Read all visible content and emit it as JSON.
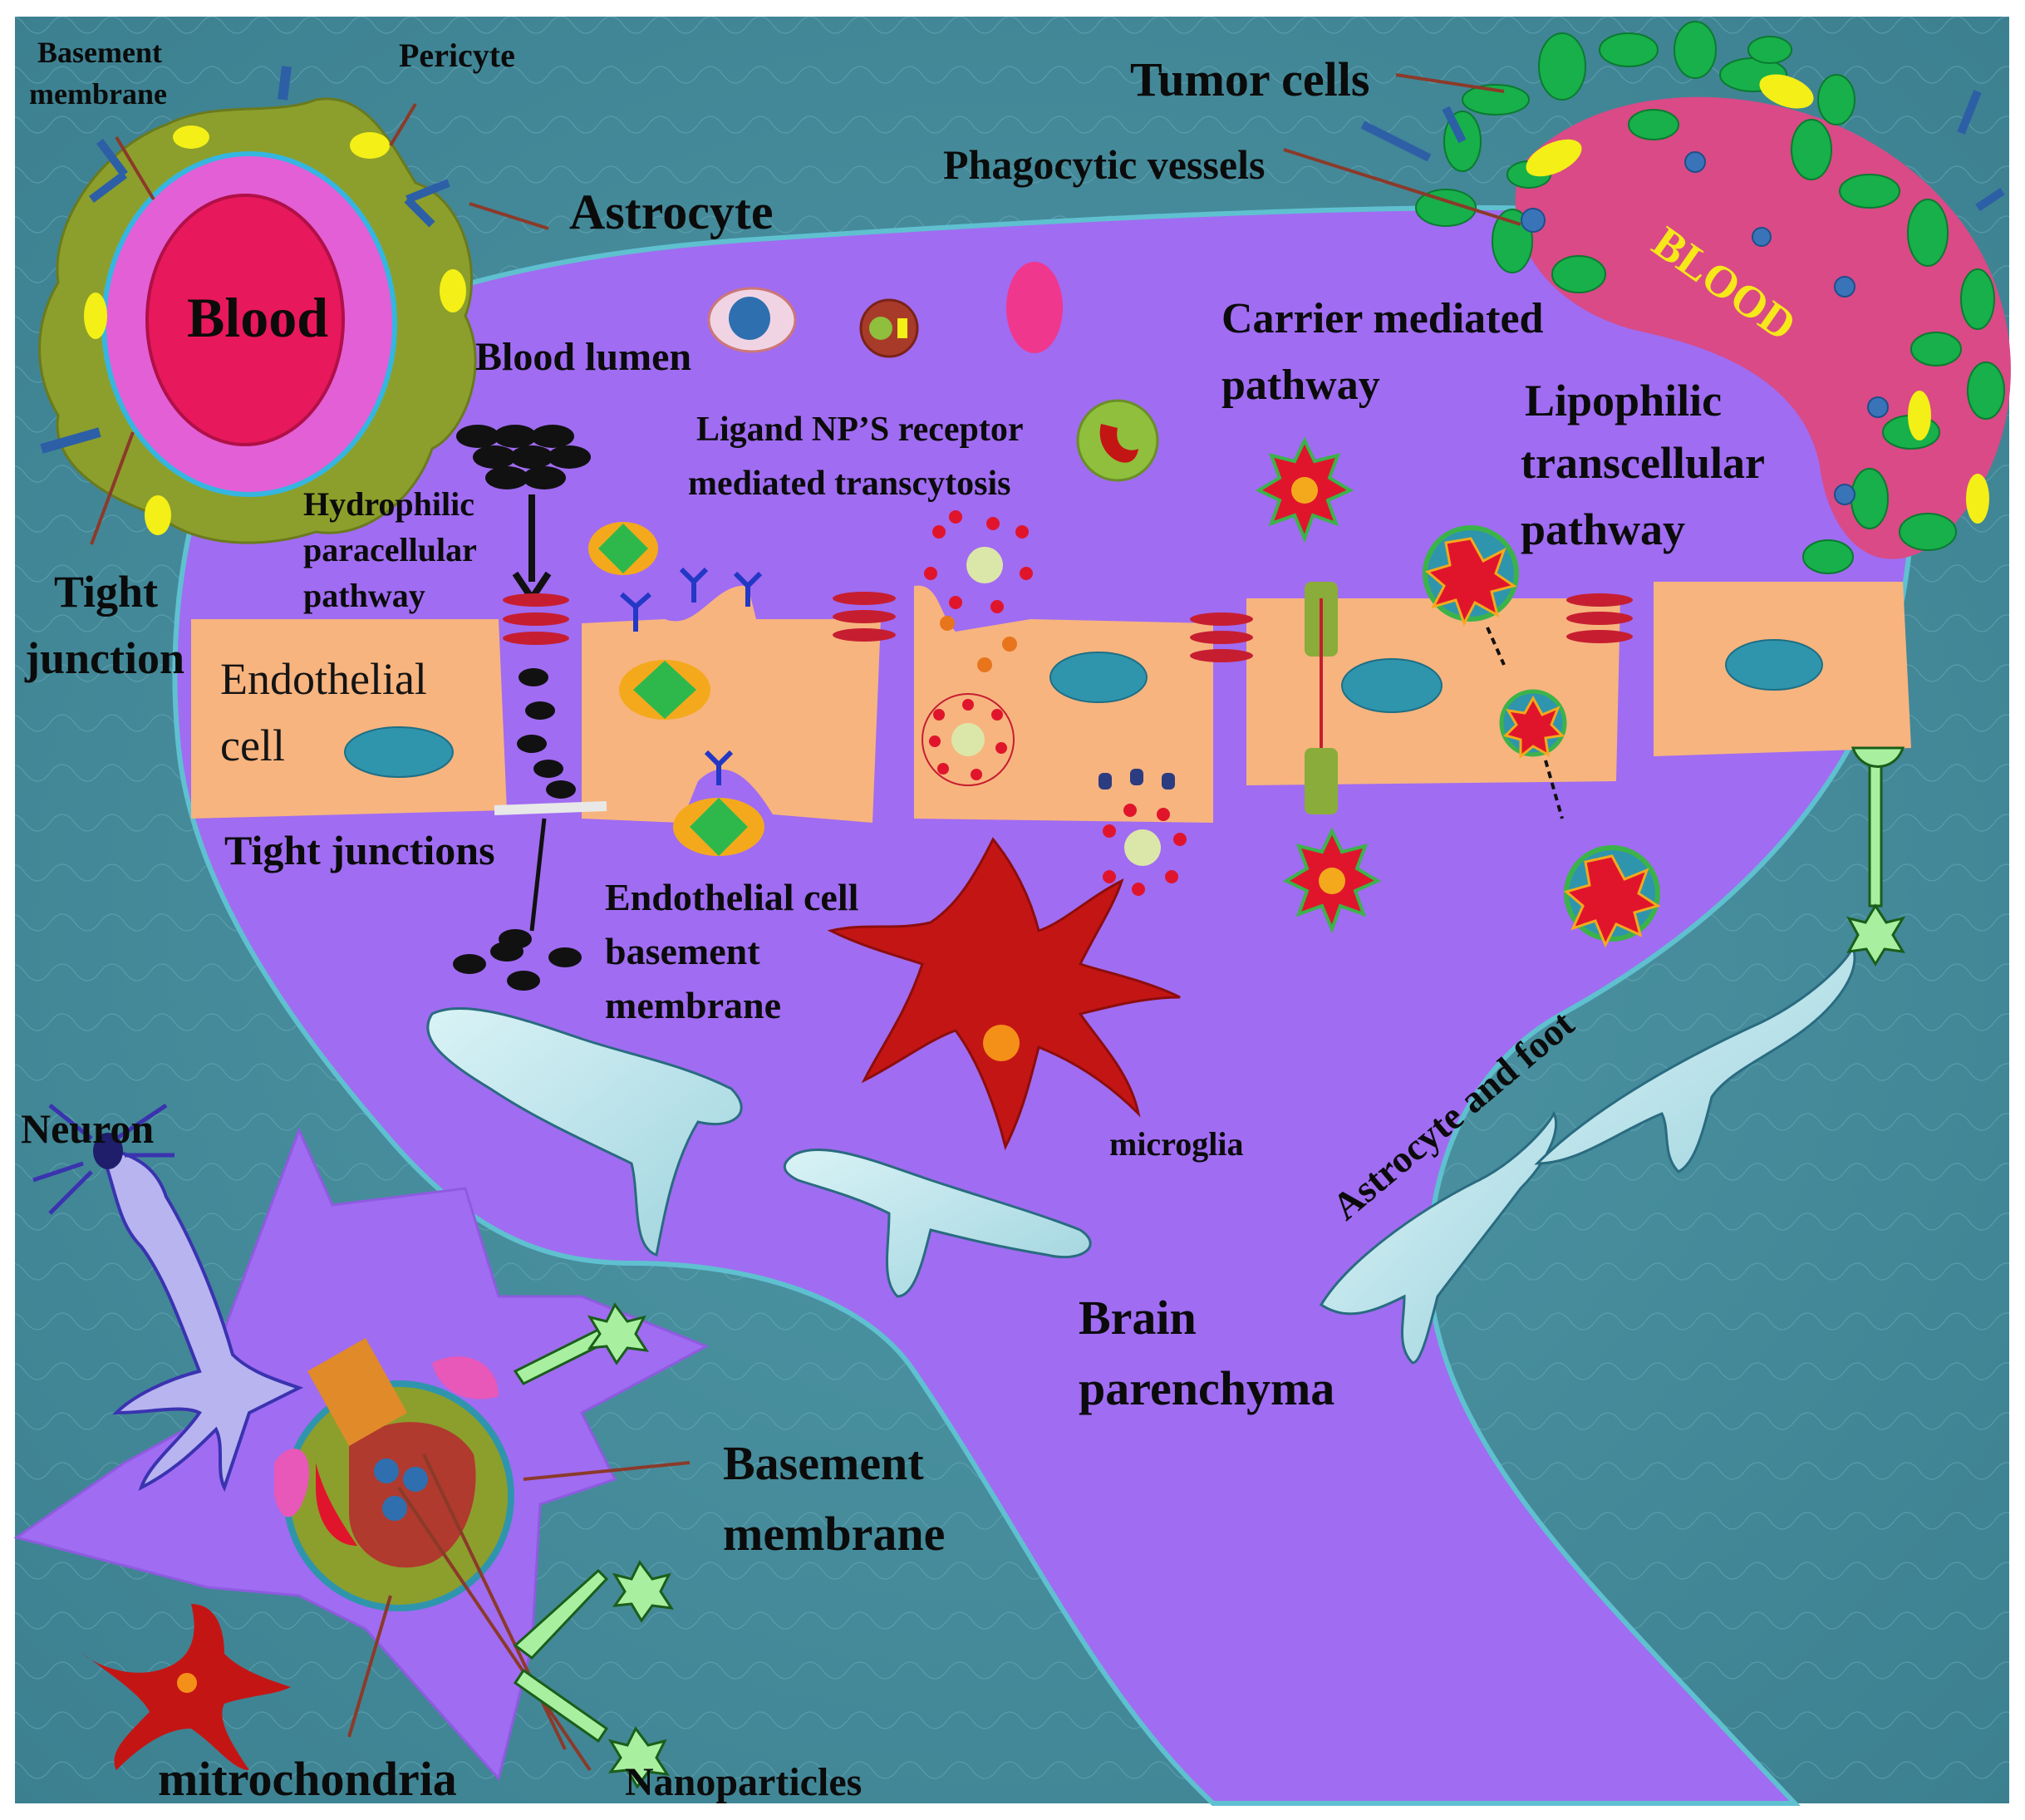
{
  "labels": {
    "basement_membrane_top_1": "Basement",
    "basement_membrane_top_2": "membrane",
    "pericyte": "Pericyte",
    "astrocyte": "Astrocyte",
    "blood": "Blood",
    "tight_junction_1": "Tight",
    "tight_junction_2": "junction",
    "tumor_cells": "Tumor cells",
    "phagocytic_vessels": "Phagocytic vessels",
    "blood_right": "BLOOD",
    "blood_lumen": "Blood lumen",
    "ligand_1": "Ligand NP’S receptor",
    "ligand_2": "mediated  transcytosis",
    "carrier_1": "Carrier mediated",
    "carrier_2": "pathway",
    "lipophilic_1": "Lipophilic",
    "lipophilic_2": "transcellular",
    "lipophilic_3": "pathway",
    "hydrophilic_1": "Hydrophilic",
    "hydrophilic_2": "paracellular",
    "hydrophilic_3": "pathway",
    "endothelial_1": "Endothelial",
    "endothelial_2": "cell",
    "tight_junctions": "Tight junctions",
    "ecbm_1": "Endothelial cell",
    "ecbm_2": "basement",
    "ecbm_3": "membrane",
    "microglia": "microglia",
    "astrocyte_foot": "Astrocyte and foot",
    "neuron": "Neuron",
    "brain_1": "Brain",
    "brain_2": "parenchyma",
    "basement_bottom_1": "Basement",
    "basement_bottom_2": "membrane",
    "mitochondria": "mitrochondria",
    "nanoparticles": "Nanoparticles"
  },
  "colors": {
    "background": "#3f8797",
    "parenchyma": "#a06cf2",
    "endothelial": "#f7b47f",
    "tight_junction": "#c61e30",
    "nucleus": "#2f95ad",
    "blood_pink": "#d94a86",
    "blood_core": "#e8185c",
    "tumor_green": "#17b04a",
    "pericyte_olive": "#8c9f2c",
    "microglia_red": "#c41515",
    "glia_astro": "#b5e3ea",
    "neuron_lavender": "#b8b4f0",
    "label_text": "#0b0b0b",
    "blood_text": "#f7e81a"
  },
  "icons": [
    "vessel-cross-section-icon",
    "tumor-vessel-icon",
    "endothelial-cell-icon",
    "tight-junction-icon",
    "nanoparticle-icon",
    "microglia-icon",
    "astrocyte-icon",
    "neuron-icon",
    "mitochondria-icon"
  ]
}
